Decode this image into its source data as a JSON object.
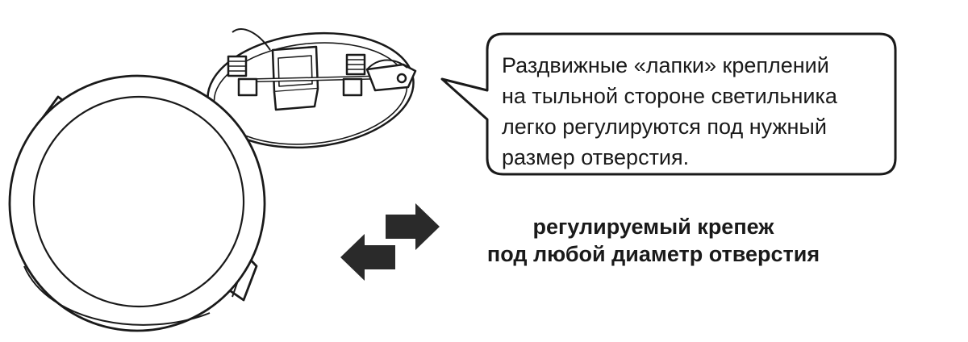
{
  "callout": {
    "lines": [
      "Раздвижные «лапки» креплений",
      "на тыльной стороне светильника",
      "легко регулируются под нужный",
      "размер отверстия."
    ]
  },
  "caption": {
    "line1": "регулируемый крепеж",
    "line2": "под любой диаметр отверстия"
  },
  "colors": {
    "line": "#1a1a1a",
    "background": "#ffffff"
  }
}
